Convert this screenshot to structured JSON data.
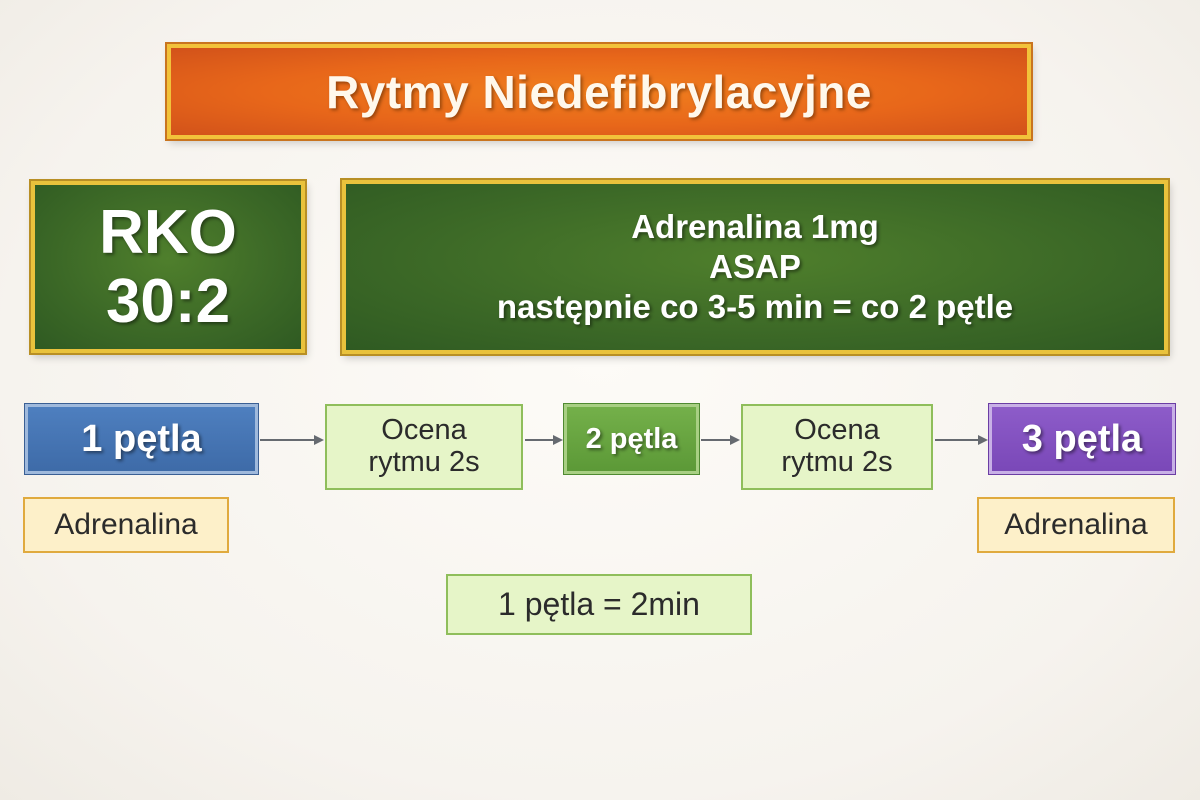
{
  "title": "Rytmy Niedefibrylacyjne",
  "cpr": {
    "line1": "RKO",
    "line2": "30:2"
  },
  "adrenaline_panel": {
    "line1": "Adrenalina 1mg",
    "line2": "ASAP",
    "line3": "następnie co 3-5 min = co 2 pętle"
  },
  "flow": {
    "loop1": "1 pętla",
    "assess1_line1": "Ocena",
    "assess1_line2": "rytmu 2s",
    "loop2": "2 pętla",
    "assess2_line1": "Ocena",
    "assess2_line2": "rytmu 2s",
    "loop3": "3 pętla"
  },
  "tags": {
    "left": "Adrenalina",
    "right": "Adrenalina"
  },
  "legend": "1 pętla = 2min",
  "colors": {
    "title_bg": "#e8671a",
    "board_bg": "#3d6a27",
    "board_border": "#e9c23c",
    "loop1_bg": "#4e7fbf",
    "loop2_bg": "#74b04a",
    "loop3_bg": "#8d5cc9",
    "assess_bg": "#e6f5c8",
    "tag_bg": "#fdf0c9",
    "arrow": "#666a70"
  }
}
